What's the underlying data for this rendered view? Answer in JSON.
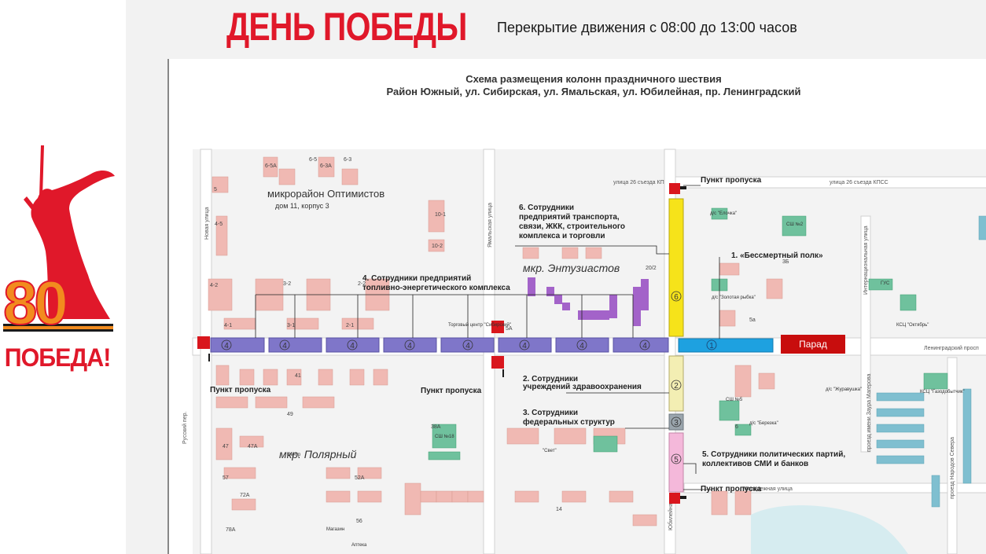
{
  "header": {
    "title": "ДЕНЬ ПОБЕДЫ",
    "subtitle": "Перекрытие движения с 08:00 до 13:00 часов"
  },
  "logo": {
    "number": "80",
    "caption": "ПОБЕДА!",
    "colors": {
      "red": "#e0182a",
      "dark": "#1a1a1a"
    }
  },
  "map": {
    "title_line1": "Схема размещения колонн праздничного шествия",
    "title_line2": "Район Южный, ул. Сибирская, ул. Ямальская, ул. Юбилейная, пр. Ленинградский",
    "districts": {
      "optimistov": "микрорайон Оптимистов",
      "optimistov_addr": "дом 11, корпус 3",
      "entuziastov": "мкр. Энтузиастов",
      "polyarny": "мкр. Полярный"
    },
    "streets": {
      "s26": "улица 26 съезда КПСС",
      "s26_short": "улица 26 съезда КП",
      "leningrad": "Ленинградский просп",
      "novaya": "Новая улица",
      "yamalskaya": "Ямальская улица",
      "molodezhnaya": "Молодежная улица",
      "internatsionalnaya": "Интернациональная улица",
      "yubileynaya": "Юбилейная",
      "zaura": "проезд имени Заура Магерова",
      "naroda_severa": "проезд Народов Севера",
      "russkiy": "Русский пер."
    },
    "checkpoints": {
      "p1": "Пункт пропуска",
      "p2": "Пункт пропуска",
      "p3": "Пункт пропуска",
      "p4": "Пункт пропуска"
    },
    "parade": "Парад",
    "groups": {
      "g1": "1. «Бессмертный полк»",
      "g2_l1": "2. Сотрудники",
      "g2_l2": "учреждений здравоохранения",
      "g3_l1": "3. Сотрудники",
      "g3_l2": "федеральных структур",
      "g4_l1": "4. Сотрудники предприятий",
      "g4_l2": "топливно-энергетического комплекса",
      "g5_l1": "5. Сотрудники политических партий,",
      "g5_l2": "коллективов СМИ и банков",
      "g6_l1": "6. Сотрудники",
      "g6_l2": "предприятий транспорта,",
      "g6_l3": "связи, ЖКК, строительного",
      "g6_l4": "комплекса и торговли"
    },
    "segment_numbers": {
      "n1": "1",
      "n2": "2",
      "n3": "3",
      "n4": "4",
      "n5": "5",
      "n6": "6"
    },
    "colors": {
      "col1": "#1ea1e0",
      "col2": "#f3eeb3",
      "col3": "#9aa5ad",
      "col4": "#7f76c9",
      "col5": "#f4b8da",
      "col6": "#f6e31a",
      "checkpoint": "#d9161d",
      "parade": "#c80d0d",
      "building": "#f0b9b3",
      "building_blue": "#7fbfd0",
      "district_purple": "#a363c9"
    },
    "building_labels": {
      "b1": "5",
      "b2": "6-5А",
      "b3": "6-5",
      "b4": "6-3А",
      "b5": "6-3",
      "b6": "4-5",
      "b7": "10-1",
      "b8": "10-2",
      "b9": "4-2",
      "b10": "3-2",
      "b11": "2-2",
      "b12": "4-1",
      "b13": "3-1",
      "b14": "2-1",
      "b15": "41",
      "b16": "49",
      "b17": "47",
      "b18": "47А",
      "b19": "57",
      "b20": "72А",
      "b21": "78А",
      "b22": "52А",
      "b23": "38А",
      "b24": "5А",
      "b25": "20/2",
      "b26": "56",
      "b27": "6",
      "b28": "3Б",
      "b29": "5а",
      "b30": "14"
    },
    "place_labels": {
      "school": "СШ №2",
      "school5": "СШ №5",
      "school18": "СШ №18",
      "yolochka": "д/с \"Елочка\"",
      "zolotaya": "д/с \"Золотая рыбка\"",
      "zhuravushka": "д/с \"Журавушка\"",
      "berezka": "д/с \"Березка\"",
      "oktyabr": "КСЦ \"Октябрь\"",
      "gazodobycha": "КСЦ \"Газодобытчик\"",
      "gus": "ГУС",
      "sibirsky": "Торговый центр \"Сибирский\"",
      "sever": "\"Свет\"",
      "tsentr": "Центр",
      "magazin": "Магазин",
      "apteka": "Аптека"
    }
  }
}
